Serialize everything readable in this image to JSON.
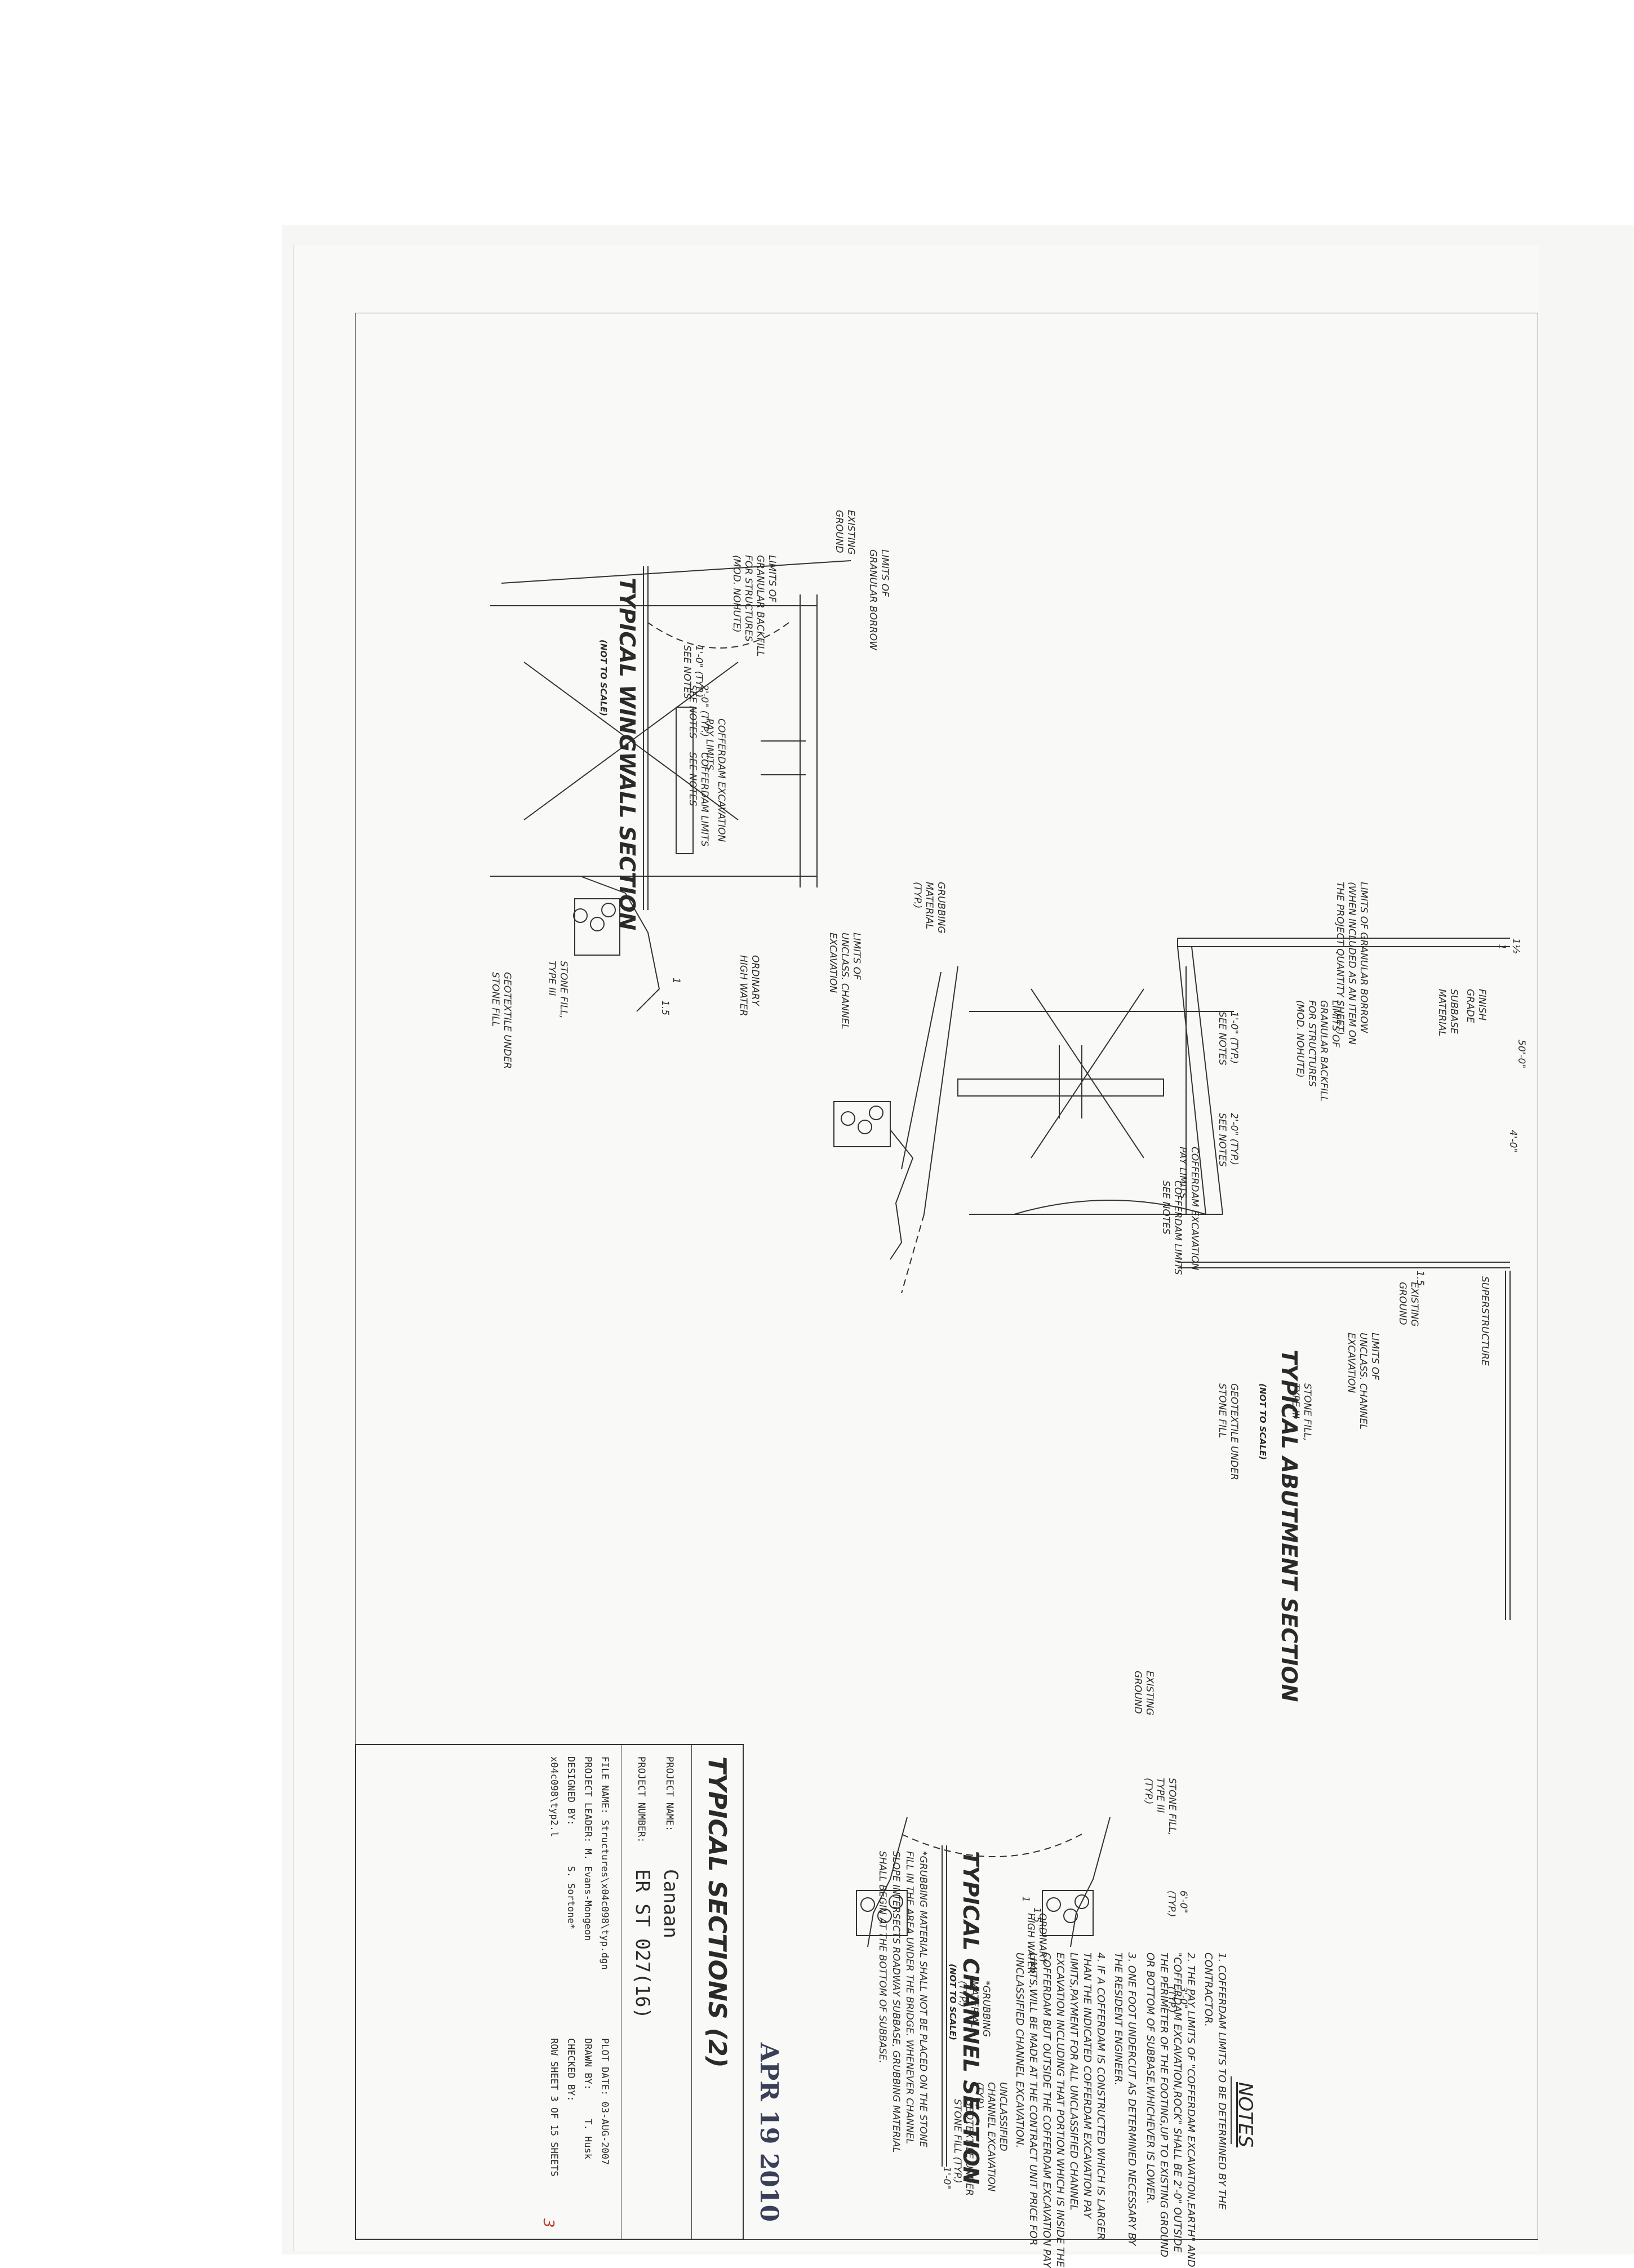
{
  "notes": {
    "heading": "NOTES",
    "items": [
      "1. COFFERDAM LIMITS TO BE DETERMINED BY THE CONTRACTOR.",
      "2. THE PAY LIMITS OF \"COFFERDAM EXCAVATION,EARTH\" AND \"COFFERDAM EXCAVATION,ROCK\" SHALL BE 2'-0\" OUTSIDE THE PERIMETER OF THE FOOTING,UP TO EXISTING GROUND OR BOTTOM OF SUBBASE,WHICHEVER IS LOWER.",
      "3. ONE FOOT UNDERCUT AS DETERMINED NECESSARY BY THE RESIDENT ENGINEER.",
      "4. IF A COFFERDAM IS CONSTRUCTED WHICH IS LARGER THAN THE INDICATED COFFERDAM EXCAVATION PAY LIMITS,PAYMENT FOR ALL UNCLASSIFIED CHANNEL EXCAVATION INCLUDING THAT PORTION WHICH IS INSIDE THE COFFERDAM BUT OUTSIDE THE COFFERDAM EXCAVATION PAY LIMITS,WILL BE MADE AT THE CONTRACT UNIT PRICE FOR UNCLASSIFIED CHANNEL EXCAVATION."
    ]
  },
  "wingwall": {
    "title": "TYPICAL WINGWALL SECTION",
    "subtitle": "(NOT TO SCALE)",
    "labels": {
      "granular_borrow": "LIMITS OF\nGRANULAR BORROW",
      "existing_ground": "EXISTING\nGROUND",
      "granular_backfill": "LIMITS OF\nGRANULAR BACKFILL\nFOR STRUCTURES\n(MOD. NOHUTE)",
      "one_ft": "1'-0\" (TYP.)\nSEE NOTES",
      "two_ft": "2'-0\" (TYP.)\nSEE NOTES",
      "pay_limits": "COFFERDAM EXCAVATION\nPAY LIMITS",
      "cofferdam_limits": "COFFERDAM LIMITS\nSEE NOTES",
      "grubbing": "GRUBBING\nMATERIAL\n(TYP.)",
      "channel_excavation": "LIMITS OF\nUNCLASS. CHANNEL\nEXCAVATION",
      "high_water": "ORDINARY\nHIGH WATER",
      "stone_fill": "STONE FILL,\nTYPE III",
      "geotextile": "GEOTEXTILE UNDER\nSTONE FILL",
      "slope_a": "1",
      "slope_b": "1.5"
    }
  },
  "abutment": {
    "title": "TYPICAL ABUTMENT SECTION",
    "subtitle": "(NOT TO SCALE)",
    "labels": {
      "fifty_ft": "50'-0\"",
      "four_ft": "4'-0\"",
      "finish_grade": "FINISH\nGRADE",
      "subbase": "SUBBASE\nMATERIAL",
      "superstructure": "SUPERSTRUCTURE",
      "granular_borrow": "LIMITS OF GRANULAR BORROW\n(WHEN INCLUDED AS AN ITEM ON\nTHE PROJECT QUANTITY SHEET)",
      "granular_backfill": "LIMITS OF\nGRANULAR BACKFILL\nFOR STRUCTURES\n(MOD. NOHUTE)",
      "one_ft": "1'-0\" (TYP.)\nSEE NOTES",
      "two_ft": "2'-0\" (TYP.)\nSEE NOTES",
      "pay_limits": "COFFERDAM EXCAVATION\nPAY LIMITS",
      "cofferdam_limits": "COFFERDAM LIMITS\nSEE NOTES",
      "existing_ground": "EXISTING\nGROUND",
      "channel_excavation": "LIMITS OF\nUNCLASS. CHANNEL\nEXCAVATION",
      "stone_fill": "STONE FILL,\nTYPE III",
      "geotextile": "GEOTEXTILE UNDER\nSTONE FILL",
      "slope_half": "1½",
      "slope_one": "1",
      "slope_b": "1.5"
    }
  },
  "channel": {
    "title": "TYPICAL CHANNEL SECTION",
    "subtitle": "(NOT TO SCALE)",
    "labels": {
      "existing_ground": "EXISTING\nGROUND",
      "stone_fill": "STONE FILL,\nTYPE III\n(TYP.)",
      "high_water": "ORDINARY\nHIGH WATER",
      "grubbing": "*GRUBBING\nMATERIAL\n(TYP.)",
      "six_ft": "6'-0\"\n(TYP.)",
      "three_ft": "3'-0\"\n(TYP.)",
      "one_ft": "1'-0\"",
      "geotextile": "GEOTEXTILE UNDER\nSTONE FILL (TYP.)",
      "unclassified": "UNCLASSIFIED\nCHANNEL EXCAVATION\n(TYP.)",
      "slope_a": "1",
      "slope_b": "1.5"
    },
    "footnote": "*GRUBBING MATERIAL SHALL NOT BE PLACED ON THE STONE FILL IN THE AREA UNDER THE BRIDGE. WHENEVER CHANNEL SLOPE INTERSECTS ROADWAY SUBBASE, GRUBBING MATERIAL SHALL BEGIN AT THE BOTTOM OF SUBBASE."
  },
  "stamp": "APR 19 2010",
  "title_block": {
    "sheet_title": "TYPICAL SECTIONS (2)",
    "project_name_label": "PROJECT NAME:",
    "project_name": "Canaan",
    "project_number_label": "PROJECT NUMBER:",
    "project_number": "ER ST 027(16)",
    "file_name": "FILE NAME: Structures\\x04c098\\typ.dgn",
    "project_leader": "PROJECT LEADER: M. Evans-Mongeon",
    "designed_by": "DESIGNED BY:       S. Sortone*",
    "typ_file": "x04c098\\typ2.l",
    "plot_date": "PLOT DATE: 03-AUG-2007",
    "drawn_by": "DRAWN BY:     T. Husk",
    "checked_by": "CHECKED BY:",
    "row_sheet": "ROW SHEET 3 OF 15 SHEETS",
    "handwritten_page": "3"
  }
}
